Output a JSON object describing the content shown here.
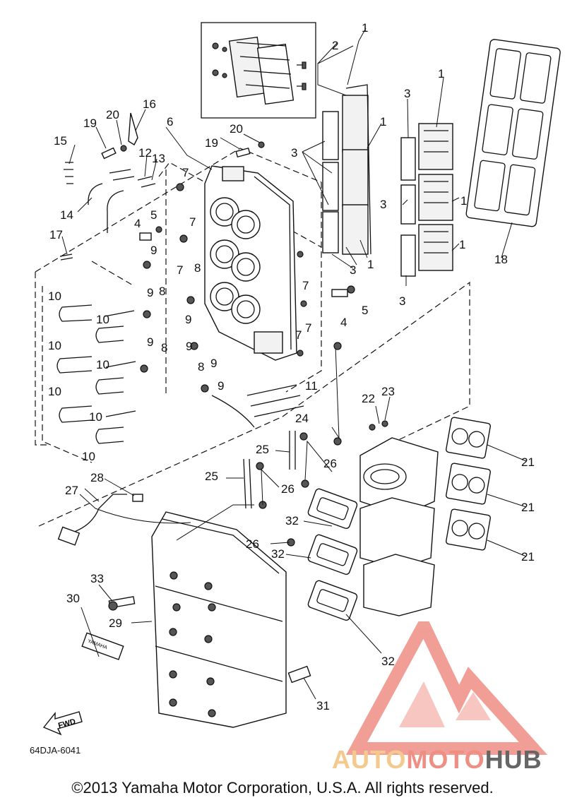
{
  "diagram": {
    "doc_code": "64DJA-6041",
    "copyright": "©2013 Yamaha Motor Corporation, U.S.A. All rights reserved.",
    "fwd_label": "FWD",
    "decal_text": "YAMAHA",
    "labels": {
      "l1": "1",
      "l1b": "1",
      "l1c": "1",
      "l1d": "1",
      "l1e": "1",
      "l1f": "1",
      "l1g": "1",
      "l2": "2",
      "l3a": "3",
      "l3b": "3",
      "l3c": "3",
      "l3d": "3",
      "l3e": "3",
      "l4a": "4",
      "l4b": "4",
      "l5a": "5",
      "l5b": "5",
      "l6": "6",
      "l7a": "7",
      "l7b": "7",
      "l7c": "7",
      "l7d": "7",
      "l7e": "7",
      "l7f": "7",
      "l8a": "8",
      "l8b": "8",
      "l8c": "8",
      "l8d": "8",
      "l9a": "9",
      "l9b": "9",
      "l9c": "9",
      "l9d": "9",
      "l9e": "9",
      "l9f": "9",
      "l9g": "9",
      "l10a": "10",
      "l10b": "10",
      "l10c": "10",
      "l10d": "10",
      "l10e": "10",
      "l10f": "10",
      "l10g": "10",
      "l11": "11",
      "l12": "12",
      "l13": "13",
      "l14": "14",
      "l15": "15",
      "l16": "16",
      "l17": "17",
      "l18": "18",
      "l19a": "19",
      "l19b": "19",
      "l20a": "20",
      "l20b": "20",
      "l21a": "21",
      "l21b": "21",
      "l21c": "21",
      "l22": "22",
      "l23": "23",
      "l24": "24",
      "l25a": "25",
      "l25b": "25",
      "l26a": "26",
      "l26b": "26",
      "l26c": "26",
      "l27": "27",
      "l28": "28",
      "l29": "29",
      "l30": "30",
      "l31": "31",
      "l32a": "32",
      "l32b": "32",
      "l32c": "32",
      "l33": "33"
    }
  },
  "watermark": {
    "part1": "AUTO",
    "part2": "MOTO",
    "part3": "HUB",
    "colors": {
      "auto": "#f4c98e",
      "moto": "#ef8f84",
      "hub": "#666666",
      "logo": "#ef8f84"
    }
  }
}
